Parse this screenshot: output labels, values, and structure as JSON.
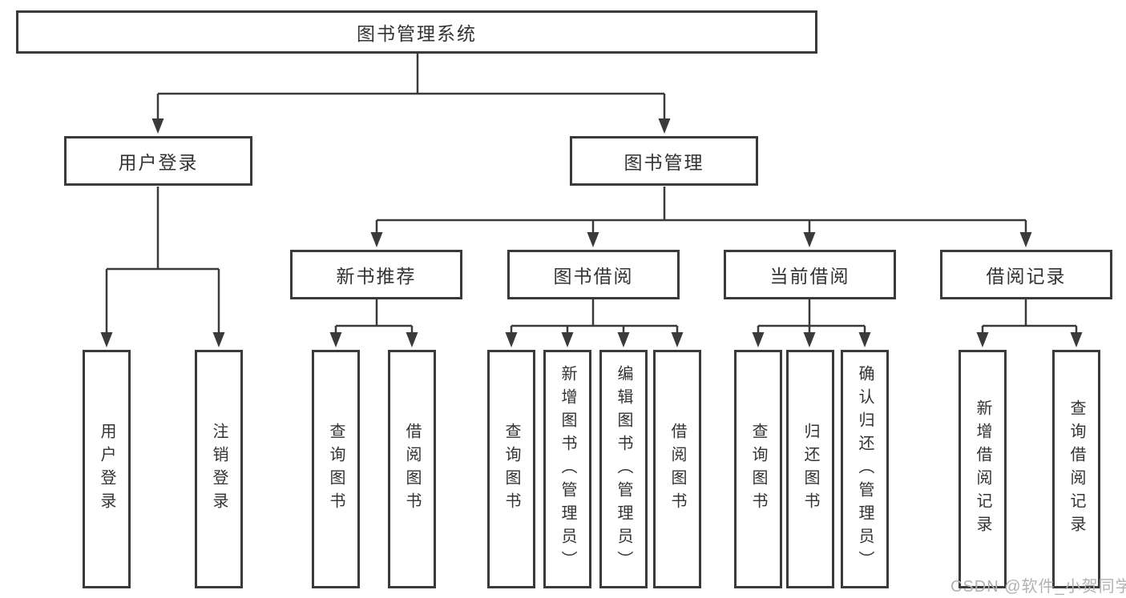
{
  "tree": {
    "label": "图书管理系统",
    "children": [
      {
        "label": "用户登录",
        "children": [
          {
            "label": "用户登录"
          },
          {
            "label": "注销登录"
          }
        ]
      },
      {
        "label": "图书管理",
        "children": [
          {
            "label": "新书推荐",
            "children": [
              {
                "label": "查询图书"
              },
              {
                "label": "借阅图书"
              }
            ]
          },
          {
            "label": "图书借阅",
            "children": [
              {
                "label": "查询图书"
              },
              {
                "label": "新增图书（管理员）"
              },
              {
                "label": "编辑图书（管理员）"
              },
              {
                "label": "借阅图书"
              }
            ]
          },
          {
            "label": "当前借阅",
            "children": [
              {
                "label": "查询图书"
              },
              {
                "label": "归还图书"
              },
              {
                "label": "确认归还（管理员）"
              }
            ]
          },
          {
            "label": "借阅记录",
            "children": [
              {
                "label": "新增借阅记录"
              },
              {
                "label": "查询借阅记录"
              }
            ]
          }
        ]
      }
    ]
  },
  "watermark": {
    "text": "CSDN @软件_小贺同学"
  },
  "colors": {
    "line": "#3a3a3a",
    "box_border": "#3a3a3a",
    "text": "#333333",
    "watermark": "#b2b2b2",
    "background": "#ffffff"
  }
}
